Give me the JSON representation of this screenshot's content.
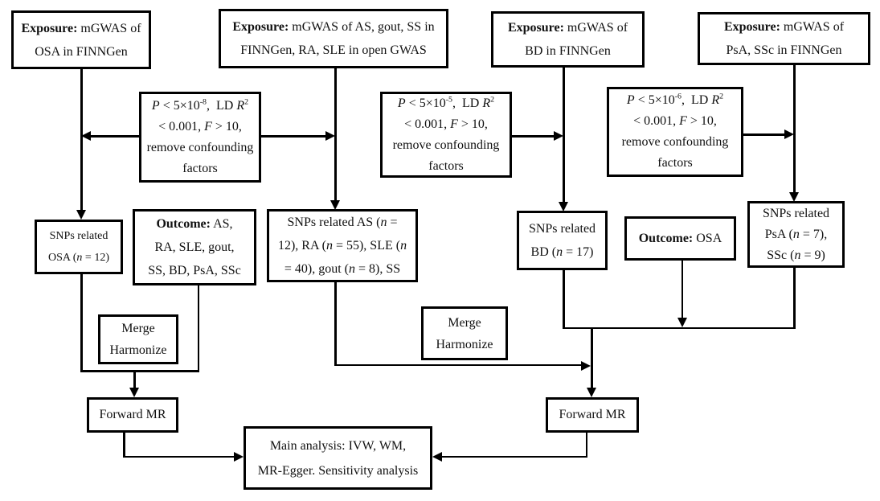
{
  "figure": {
    "type": "flowchart",
    "colors": {
      "background": "#ffffff",
      "line": "#000000",
      "text": "#111111"
    }
  },
  "nodes": {
    "exposure_osa": {
      "rich_line1": [
        {
          "t": "Exposure:",
          "s": "b"
        },
        {
          "t": " mGWAS of"
        }
      ],
      "line2": "OSA in FINNGen"
    },
    "exposure_as": {
      "rich_line1": [
        {
          "t": "Exposure:",
          "s": "b"
        },
        {
          "t": " mGWAS of AS, gout, SS in"
        }
      ],
      "line2": "FINNGen, RA, SLE in open GWAS"
    },
    "exposure_bd": {
      "rich_line1": [
        {
          "t": "Exposure:",
          "s": "b"
        },
        {
          "t": " mGWAS of"
        }
      ],
      "line2": "BD in FINNGen"
    },
    "exposure_psa": {
      "rich_line1": [
        {
          "t": "Exposure:",
          "s": "b"
        },
        {
          "t": " mGWAS of"
        }
      ],
      "line2": "PsA, SSc in FINNGen"
    },
    "filter1": {
      "rich_line1": [
        {
          "t": "P",
          "s": "i"
        },
        {
          "t": " < 5×10"
        },
        {
          "t": "-8",
          "s": "sup"
        },
        {
          "t": ",  LD "
        },
        {
          "t": "R",
          "s": "i"
        },
        {
          "t": "2",
          "s": "sup"
        }
      ],
      "rich_line2": [
        {
          "t": "< 0.001, "
        },
        {
          "t": "F",
          "s": "i"
        },
        {
          "t": " > 10,"
        }
      ],
      "line3": "remove confounding",
      "line4": "factors"
    },
    "filter2": {
      "rich_line1": [
        {
          "t": "P",
          "s": "i"
        },
        {
          "t": " < 5×10"
        },
        {
          "t": "-5",
          "s": "sup"
        },
        {
          "t": ",  LD "
        },
        {
          "t": "R",
          "s": "i"
        },
        {
          "t": "2",
          "s": "sup"
        }
      ],
      "rich_line2": [
        {
          "t": "< 0.001, "
        },
        {
          "t": "F",
          "s": "i"
        },
        {
          "t": " > 10,"
        }
      ],
      "line3": "remove confounding",
      "line4": "factors"
    },
    "filter3": {
      "rich_line1": [
        {
          "t": "P",
          "s": "i"
        },
        {
          "t": " < 5×10"
        },
        {
          "t": "-6",
          "s": "sup"
        },
        {
          "t": ",  LD "
        },
        {
          "t": "R",
          "s": "i"
        },
        {
          "t": "2",
          "s": "sup"
        }
      ],
      "rich_line2": [
        {
          "t": "< 0.001, "
        },
        {
          "t": "F",
          "s": "i"
        },
        {
          "t": " > 10,"
        }
      ],
      "line3": "remove confounding",
      "line4": "factors"
    },
    "snps_osa": {
      "line1": "SNPs related",
      "rich_line2": [
        {
          "t": "OSA ("
        },
        {
          "t": "n",
          "s": "i"
        },
        {
          "t": " = 12)"
        }
      ]
    },
    "outcome_as": {
      "rich_line1": [
        {
          "t": "Outcome:",
          "s": "b"
        },
        {
          "t": " AS,"
        }
      ],
      "line2": "RA, SLE, gout,",
      "line3": "SS, BD, PsA, SSc"
    },
    "snps_as": {
      "rich_line1": [
        {
          "t": "SNPs related AS ("
        },
        {
          "t": "n",
          "s": "i"
        },
        {
          "t": " ="
        }
      ],
      "rich_line2": [
        {
          "t": "12), RA ("
        },
        {
          "t": "n",
          "s": "i"
        },
        {
          "t": " = 55), SLE ("
        },
        {
          "t": "n",
          "s": "i"
        }
      ],
      "rich_line3": [
        {
          "t": "= 40), gout ("
        },
        {
          "t": "n",
          "s": "i"
        },
        {
          "t": " = 8), SS"
        }
      ]
    },
    "snps_bd": {
      "line1": "SNPs related",
      "rich_line2": [
        {
          "t": "BD ("
        },
        {
          "t": "n",
          "s": "i"
        },
        {
          "t": " = 17)"
        }
      ]
    },
    "outcome_osa": {
      "rich_line1": [
        {
          "t": "Outcome:",
          "s": "b"
        },
        {
          "t": " OSA"
        }
      ]
    },
    "snps_psa": {
      "line1": "SNPs related",
      "rich_line2": [
        {
          "t": "PsA ("
        },
        {
          "t": "n",
          "s": "i"
        },
        {
          "t": " = 7),"
        }
      ],
      "rich_line3": [
        {
          "t": "SSc ("
        },
        {
          "t": "n",
          "s": "i"
        },
        {
          "t": " = 9)"
        }
      ]
    },
    "merge1": {
      "line1": "Merge",
      "line2": "Harmonize"
    },
    "merge2": {
      "line1": "Merge",
      "line2": "Harmonize"
    },
    "forward_mr_left": {
      "label": "Forward MR"
    },
    "forward_mr_right": {
      "label": "Forward MR"
    },
    "main_analysis": {
      "line1": "Main analysis: IVW, WM,",
      "line2": "MR-Egger. Sensitivity analysis"
    }
  }
}
